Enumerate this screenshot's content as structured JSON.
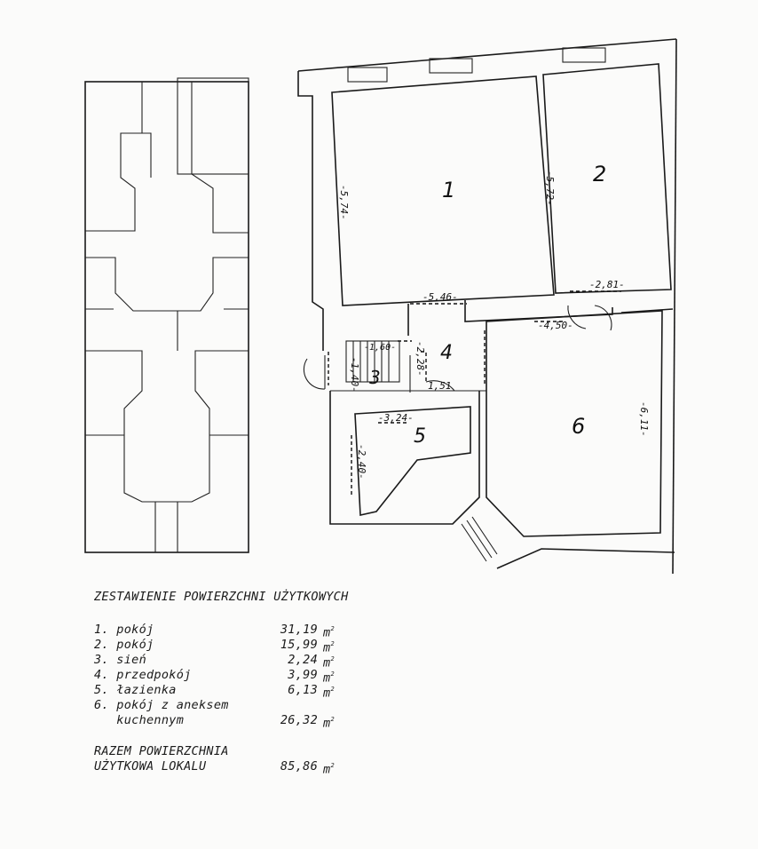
{
  "plan": {
    "rooms": [
      {
        "number": "1"
      },
      {
        "number": "2"
      },
      {
        "number": "3"
      },
      {
        "number": "4"
      },
      {
        "number": "5"
      },
      {
        "number": "6"
      }
    ],
    "dimensions": [
      "-5,74-",
      "-5,72-",
      "-5,46-",
      "-2,81-",
      "-4,50-",
      "-1,60-",
      "-2,28-",
      "-1,40-",
      "1,51",
      "-3,24-",
      "-2,40-",
      "-6,11-"
    ]
  },
  "legend": {
    "title": "ZESTAWIENIE POWIERZCHNI UŻYTKOWYCH",
    "items": [
      {
        "label": "1. pokój",
        "area": "31,19",
        "unit": "m",
        "sup": "2"
      },
      {
        "label": "2. pokój",
        "area": "15,99",
        "unit": "m",
        "sup": "2"
      },
      {
        "label": "3. sień",
        "area": "2,24",
        "unit": "m",
        "sup": "2"
      },
      {
        "label": "4. przedpokój",
        "area": "3,99",
        "unit": "m",
        "sup": "2"
      },
      {
        "label": "5. łazienka",
        "area": "6,13",
        "unit": "m",
        "sup": "2"
      },
      {
        "label": "6. pokój z aneksem",
        "area": "",
        "unit": "",
        "sup": ""
      },
      {
        "label": "   kuchennym",
        "area": "26,32",
        "unit": "m",
        "sup": "2"
      }
    ],
    "total_line1": "RAZEM POWIERZCHNIA",
    "total_line2": "UŻYTKOWA LOKALU",
    "total_area": "85,86",
    "total_unit": "m",
    "total_sup": "2"
  }
}
